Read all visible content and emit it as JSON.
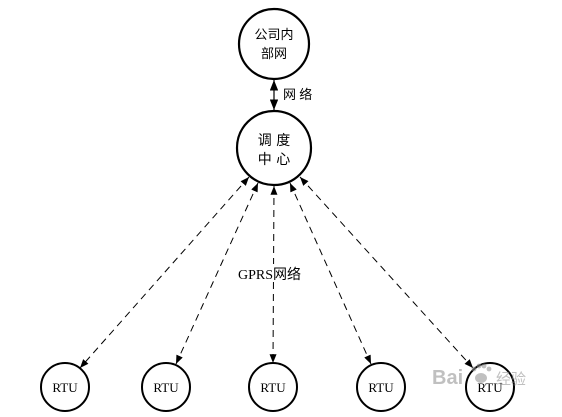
{
  "nodes": {
    "company_intranet": {
      "line1": "公司内",
      "line2": "部网"
    },
    "dispatch_center": {
      "line1": "调 度",
      "line2": "中 心"
    },
    "rtus": [
      "RTU",
      "RTU",
      "RTU",
      "RTU",
      "RTU"
    ]
  },
  "edges": {
    "intranet_link_label": "网 络",
    "gprs_link_label": "GPRS网络"
  },
  "watermark": {
    "text_left": "Bai",
    "text_right": "经验"
  },
  "colors": {
    "stroke": "#000000",
    "background": "#ffffff",
    "watermark": "#8c8c8c"
  }
}
